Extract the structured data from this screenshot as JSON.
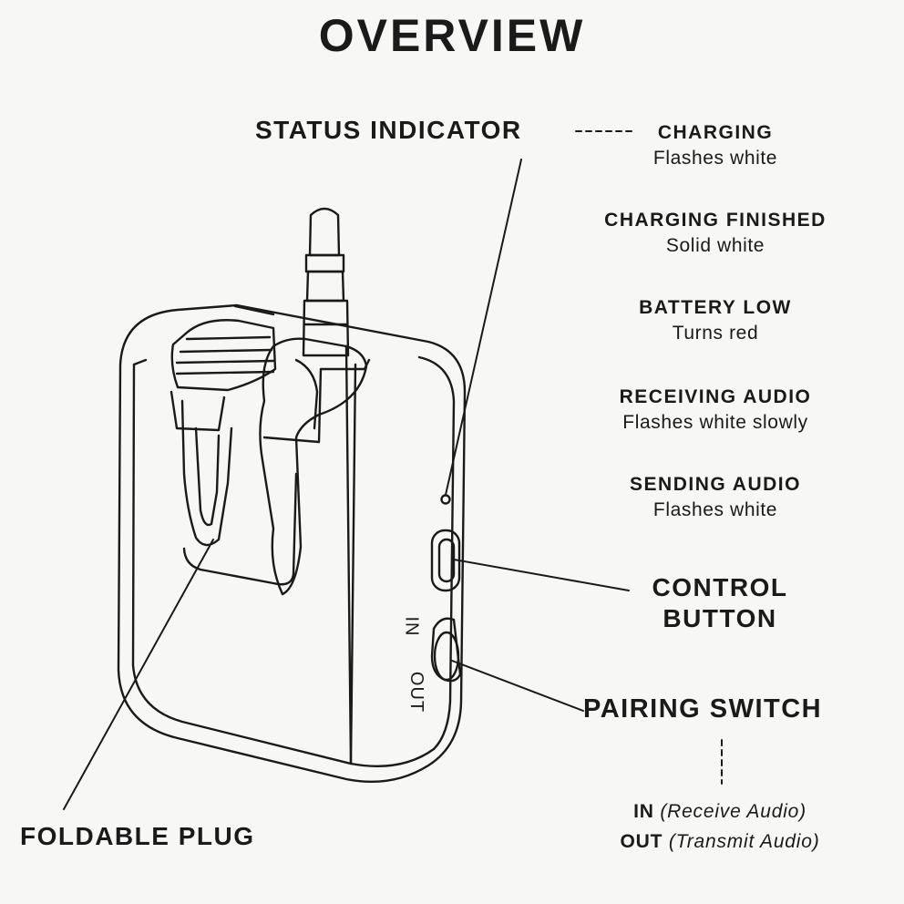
{
  "title": "OVERVIEW",
  "callouts": {
    "status_indicator": "STATUS INDICATOR",
    "control_button_line1": "CONTROL",
    "control_button_line2": "BUTTON",
    "pairing_switch": "PAIRING SWITCH",
    "foldable_plug": "FOLDABLE PLUG"
  },
  "status_states": [
    {
      "name": "CHARGING",
      "desc": "Flashes white"
    },
    {
      "name": "CHARGING FINISHED",
      "desc": "Solid white"
    },
    {
      "name": "BATTERY LOW",
      "desc": "Turns red"
    },
    {
      "name": "RECEIVING AUDIO",
      "desc": "Flashes white slowly"
    },
    {
      "name": "SENDING AUDIO",
      "desc": "Flashes white"
    }
  ],
  "switch_labels": {
    "in": "IN",
    "out": "OUT"
  },
  "modes": [
    {
      "key": "IN",
      "val": "(Receive Audio)"
    },
    {
      "key": "OUT",
      "val": "(Transmit Audio)"
    }
  ]
}
